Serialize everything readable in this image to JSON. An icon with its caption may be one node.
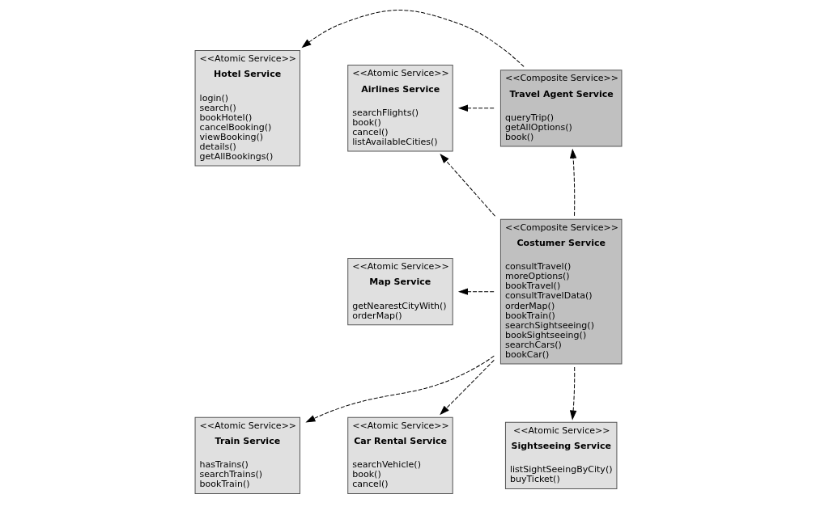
{
  "diagram": {
    "nodes": [
      {
        "text": [
          "<<Atomic Service>>",
          "Hotel Service",
          "login()",
          "search()",
          "bookHotel()",
          "cancelBooking()",
          "viewBooking()",
          "details()",
          "getAllBookings()"
        ]
      },
      {
        "text": [
          "<<Composite Service>>",
          "Travel Agent Service",
          "queryTrip()",
          "getAllOptions()",
          "book()"
        ]
      },
      {
        "text": [
          "<<Atomic Service>>",
          "Airlines Service",
          "searchFlights()",
          "book()",
          "cancel()",
          "listAvailableCities()"
        ]
      },
      {
        "text": [
          "<<Composite Service>>",
          "Costumer Service",
          "consultTravel()",
          "moreOptions()",
          "bookTravel()",
          "consultTravelData()",
          "orderMap()",
          "bookTrain()",
          "searchSightseeing()",
          "bookSightseeing()",
          "searchCars()",
          "bookCar()"
        ]
      },
      {
        "text": [
          "<<Atomic Service>>",
          "Map Service",
          "getNearestCityWith()",
          "orderMap()"
        ]
      },
      {
        "text": [
          "<<Atomic Service>>",
          "Train Service",
          "hasTrains()",
          "searchTrains()",
          "bookTrain()"
        ]
      },
      {
        "text": [
          "<<Atomic Service>>",
          "Sightseeing Service",
          "listSightSeeingByCity()",
          "buyTicket()"
        ]
      },
      {
        "text": [
          "<<Atomic Service>>",
          "Car Rental Service",
          "searchVehicle()",
          "book()",
          "cancel()"
        ]
      }
    ],
    "edges": [
      {
        "from": 1,
        "to": 0,
        "arrow": "to",
        "style": "dashed"
      },
      {
        "from": 1,
        "to": 2,
        "arrow": "to",
        "style": "dashed"
      },
      {
        "from": 3,
        "to": 1,
        "arrow": "to",
        "style": "dashed"
      },
      {
        "from": 3,
        "to": 2,
        "arrow": "to",
        "style": "dashed"
      },
      {
        "from": 3,
        "to": 4,
        "arrow": "to",
        "style": "dashed"
      },
      {
        "from": 3,
        "to": 5,
        "arrow": "to",
        "style": "dashed"
      },
      {
        "from": 3,
        "to": 6,
        "arrow": "to",
        "style": "dashed"
      },
      {
        "from": 3,
        "to": 7,
        "arrow": "to",
        "style": "dashed"
      }
    ]
  }
}
